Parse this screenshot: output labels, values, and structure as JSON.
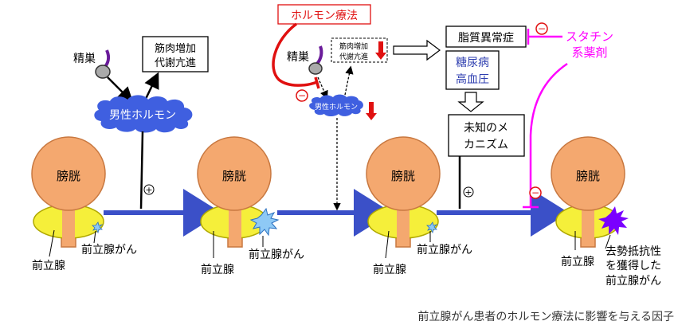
{
  "labels": {
    "testis": "精巣",
    "muscle_line1": "筋肉増加",
    "muscle_line2": "代謝亢進",
    "male_hormone": "男性ホルモン",
    "bladder": "膀胱",
    "prostate": "前立腺",
    "prostate_cancer": "前立腺がん",
    "hormone_therapy": "ホルモン療法",
    "dyslipidemia": "脂質異常症",
    "diabetes": "糖尿病",
    "hypertension": "高血圧",
    "unknown_line1": "未知のメ",
    "unknown_line2": "カニズム",
    "statin_line1": "スタチン",
    "statin_line2": "系薬剤",
    "resistant_line1": "去勢抵抗性",
    "resistant_line2": "を獲得した",
    "resistant_line3": "前立腺がん",
    "caption": "前立腺がん患者のホルモン療法に影響を与える因子",
    "plus_sign": "+",
    "minus_sign": "−"
  },
  "colors": {
    "bladder_fill": "#f4a86f",
    "bladder_stroke": "#c87840",
    "prostate_fill": "#f5ef3a",
    "prostate_stroke": "#b0a800",
    "arrow_blue": "#3b50c8",
    "cloud_blue": "#3f5fe0",
    "therapy_red": "#e01010",
    "statin_magenta": "#ff00ff",
    "testis_purple": "#6a1b9a",
    "cancer_light": "#8ec9f5",
    "cancer_purple": "#7a00ff",
    "text_blue": "#2f3fb0"
  }
}
